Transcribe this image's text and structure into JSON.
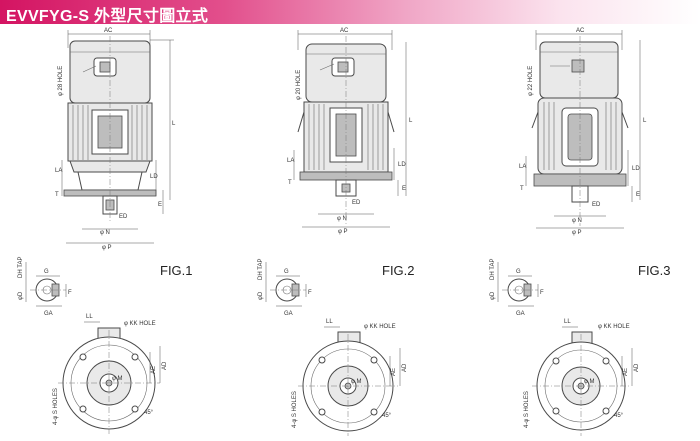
{
  "header": {
    "title": "EVVFYG-S 外型尺寸圖立式"
  },
  "views": [
    {
      "fig": "FIG.1",
      "labels": {
        "ac": "AC",
        "hole": "φ 28 HOLE",
        "l": "L",
        "la": "LA",
        "ld": "LD",
        "e": "E",
        "ed": "ED",
        "t": "T",
        "n": "φ N",
        "p": "φ P",
        "dh": "DH TAP",
        "d": "φD",
        "g": "G",
        "ga": "GA",
        "f": "F",
        "ll": "LL",
        "kk": "φ KK HOLE",
        "ad": "AD",
        "ae": "AE",
        "holes": "4-φ S HOLES",
        "m": "φ M",
        "deg": "45°"
      }
    },
    {
      "fig": "FIG.2",
      "labels": {
        "ac": "AC",
        "hole": "φ 20 HOLE",
        "l": "L",
        "la": "LA",
        "ld": "LD",
        "e": "E",
        "ed": "ED",
        "t": "T",
        "n": "φ N",
        "p": "φ P",
        "dh": "DH TAP",
        "d": "φD",
        "g": "G",
        "ga": "GA",
        "f": "F",
        "ll": "LL",
        "kk": "φ KK HOLE",
        "ad": "AD",
        "ae": "AE",
        "holes": "4-φ S HOLES",
        "m": "φ M",
        "deg": "45°"
      }
    },
    {
      "fig": "FIG.3",
      "labels": {
        "ac": "AC",
        "hole": "φ 22 HOLE",
        "l": "L",
        "la": "LA",
        "ld": "LD",
        "e": "E",
        "ed": "ED",
        "t": "T",
        "n": "φ N",
        "p": "φ P",
        "dh": "DH TAP",
        "d": "φD",
        "g": "G",
        "ga": "GA",
        "f": "F",
        "ll": "LL",
        "kk": "φ KK HOLE",
        "ad": "AD",
        "ae": "AE",
        "holes": "4-φ S HOLES",
        "m": "φ M",
        "deg": "45°"
      }
    }
  ]
}
